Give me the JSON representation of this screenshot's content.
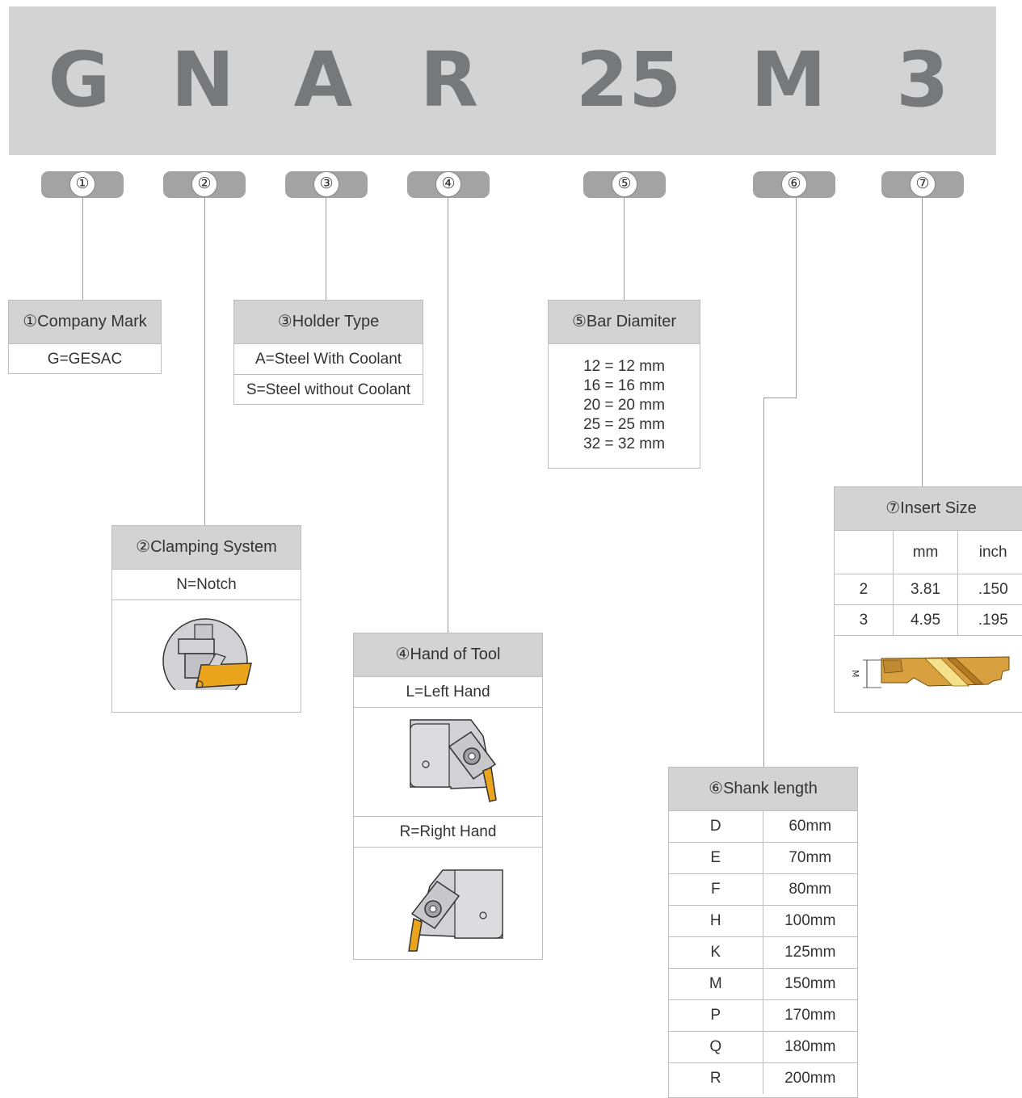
{
  "code": {
    "letters": [
      "G",
      "N",
      "A",
      "R",
      "25",
      "M",
      "3"
    ],
    "badges": [
      "①",
      "②",
      "③",
      "④",
      "⑤",
      "⑥",
      "⑦"
    ]
  },
  "company_mark": {
    "title": "①Company Mark",
    "rows": [
      "G=GESAC"
    ]
  },
  "clamping": {
    "title": "②Clamping System",
    "rows": [
      "N=Notch"
    ]
  },
  "holder": {
    "title": "③Holder Type",
    "rows": [
      "A=Steel With Coolant",
      "S=Steel without Coolant"
    ]
  },
  "hand": {
    "title": "④Hand of Tool",
    "left": "L=Left Hand",
    "right": "R=Right Hand"
  },
  "bar": {
    "title": "⑤Bar Diamiter",
    "rows": [
      "12 = 12 mm",
      "16 = 16 mm",
      "20 = 20 mm",
      "25 = 25 mm",
      "32 = 32 mm"
    ]
  },
  "shank": {
    "title": "⑥Shank length",
    "rows": [
      {
        "code": "D",
        "len": "60mm"
      },
      {
        "code": "E",
        "len": "70mm"
      },
      {
        "code": "F",
        "len": "80mm"
      },
      {
        "code": "H",
        "len": "100mm"
      },
      {
        "code": "K",
        "len": "125mm"
      },
      {
        "code": "M",
        "len": "150mm"
      },
      {
        "code": "P",
        "len": "170mm"
      },
      {
        "code": "Q",
        "len": "180mm"
      },
      {
        "code": "R",
        "len": "200mm"
      }
    ]
  },
  "insert": {
    "title": "⑦Insert Size",
    "head": [
      "",
      "mm",
      "inch"
    ],
    "rows": [
      [
        "2",
        "3.81",
        ".150"
      ],
      [
        "3",
        "4.95",
        ".195"
      ]
    ],
    "dim_label": "M"
  },
  "colors": {
    "banner": "#d3d3d4",
    "letter": "#777879",
    "pill": "#a3a3a4",
    "insert_gold": "#e8a21a"
  }
}
